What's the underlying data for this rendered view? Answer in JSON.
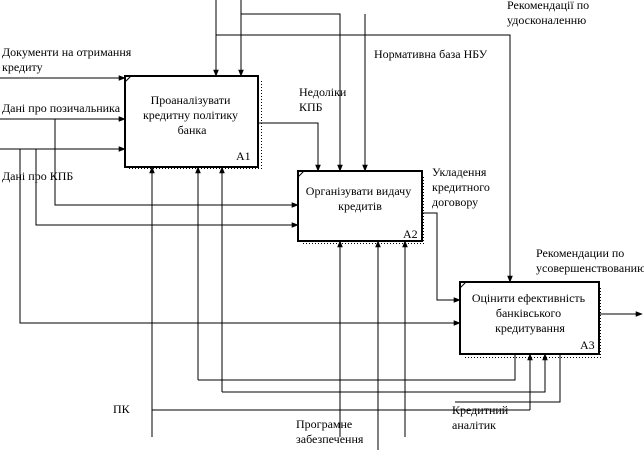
{
  "boxes": [
    {
      "id": "A1",
      "lines": [
        "Проаналізувати",
        "кредитну політику",
        "банка"
      ]
    },
    {
      "id": "A2",
      "lines": [
        "Організувати видачу",
        "кредитів"
      ]
    },
    {
      "id": "A3",
      "lines": [
        "Оцінити ефективність",
        "банківського",
        "кредитування"
      ]
    }
  ],
  "labels": {
    "inputs_docs": [
      "Документи на отримання",
      "кредиту"
    ],
    "inputs_borrower": "Дані про позичальника",
    "inputs_kpb": "Дані про КПБ",
    "flaws_kpb": [
      "Недоліки",
      "КПБ"
    ],
    "nbu_base": "Нормативна база НБУ",
    "rec_improve_top": [
      "Рекомендації по",
      "удосконаленню"
    ],
    "loan_contract": [
      "Укладення",
      "кредитного",
      "договору"
    ],
    "rec_improve_right": [
      "Рекомендации по",
      "усовершенствованию"
    ],
    "pc": "ПК",
    "software": [
      "Програмне",
      "забезпечення"
    ],
    "credit_analyst": [
      "Кредитний",
      "аналітик"
    ]
  }
}
